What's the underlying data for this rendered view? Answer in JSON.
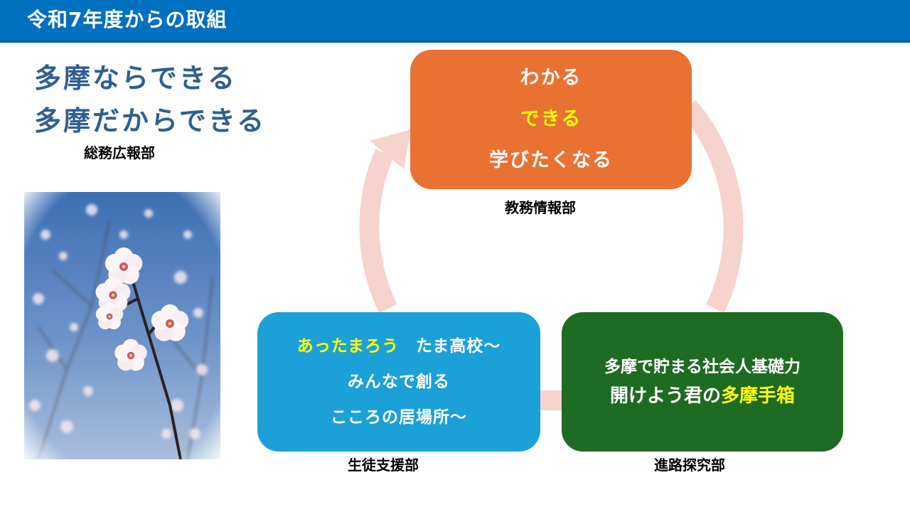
{
  "header": {
    "title": "令和7年度からの取組"
  },
  "slogan": {
    "line1": "多摩ならできる",
    "line2": "多摩だからできる"
  },
  "departments": {
    "general_pr": "総務広報部",
    "academic_info": "教務情報部",
    "student_support": "生徒支援部",
    "career": "進路探究部"
  },
  "boxes": {
    "top": {
      "line1": "わかる",
      "line2": "できる",
      "line3": "学びたくなる"
    },
    "left": {
      "line1_highlight": "あったまろう",
      "line1_rest": "たま高校～",
      "line2": "みんなで創る",
      "line3": "こころの居場所～"
    },
    "right": {
      "line1": "多摩で貯まる社会人基礎力",
      "line2_prefix": "開けよう君の",
      "line2_highlight": "多摩手箱"
    }
  },
  "colors": {
    "header": "#0070c0",
    "slogan": "#2f5f8f",
    "top_box": "#e97132",
    "left_box": "#1ca0d8",
    "right_box": "#1e6b23",
    "highlight": "#ffff00",
    "cycle_arrow": "#f6d3cc"
  },
  "photo": {
    "subject": "plum-blossom-photo"
  }
}
